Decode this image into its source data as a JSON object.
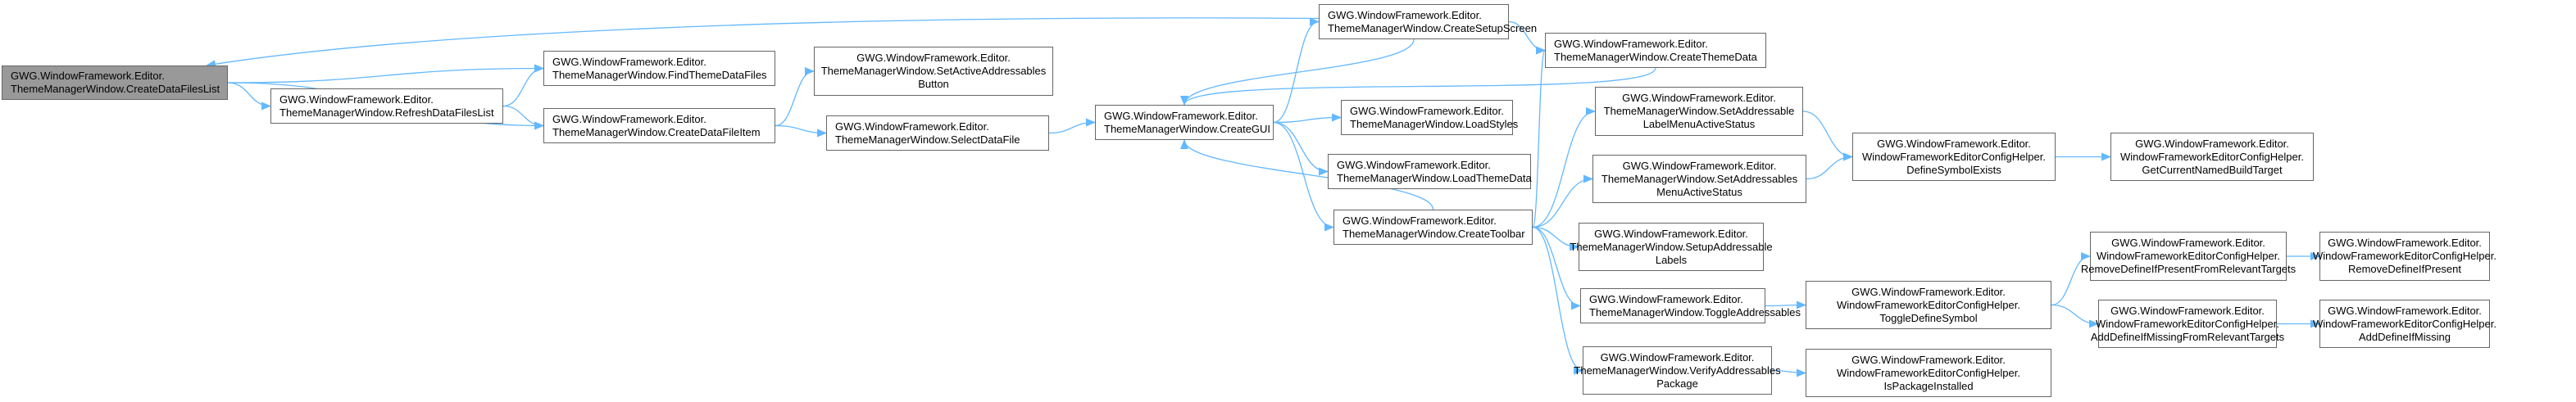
{
  "diagram": {
    "type": "call-graph",
    "colors": {
      "edge": "#63b8ff",
      "node_border": "#666666",
      "root_fill": "#999999",
      "node_fill": "#ffffff"
    },
    "nodes": [
      {
        "id": "n0",
        "lines": [
          "GWG.WindowFramework.Editor.",
          "ThemeManagerWindow.CreateDataFilesList"
        ],
        "root": true
      },
      {
        "id": "n1",
        "lines": [
          "GWG.WindowFramework.Editor.",
          "ThemeManagerWindow.RefreshDataFilesList"
        ]
      },
      {
        "id": "n2",
        "lines": [
          "GWG.WindowFramework.Editor.",
          "ThemeManagerWindow.FindThemeDataFiles"
        ]
      },
      {
        "id": "n3",
        "lines": [
          "GWG.WindowFramework.Editor.",
          "ThemeManagerWindow.CreateDataFileItem"
        ]
      },
      {
        "id": "n4",
        "lines": [
          "GWG.WindowFramework.Editor.",
          "ThemeManagerWindow.SetActiveAddressables",
          "Button"
        ]
      },
      {
        "id": "n5",
        "lines": [
          "GWG.WindowFramework.Editor.",
          "ThemeManagerWindow.SelectDataFile"
        ]
      },
      {
        "id": "n6",
        "lines": [
          "GWG.WindowFramework.Editor.",
          "ThemeManagerWindow.CreateGUI"
        ]
      },
      {
        "id": "n7",
        "lines": [
          "GWG.WindowFramework.Editor.",
          "ThemeManagerWindow.CreateSetupScreen"
        ]
      },
      {
        "id": "n8",
        "lines": [
          "GWG.WindowFramework.Editor.",
          "ThemeManagerWindow.CreateThemeData"
        ]
      },
      {
        "id": "n9",
        "lines": [
          "GWG.WindowFramework.Editor.",
          "ThemeManagerWindow.SetAddressable",
          "LabelMenuActiveStatus"
        ]
      },
      {
        "id": "n10",
        "lines": [
          "GWG.WindowFramework.Editor.",
          "ThemeManagerWindow.LoadStyles"
        ]
      },
      {
        "id": "n11",
        "lines": [
          "GWG.WindowFramework.Editor.",
          "ThemeManagerWindow.LoadThemeData"
        ]
      },
      {
        "id": "n12",
        "lines": [
          "GWG.WindowFramework.Editor.",
          "ThemeManagerWindow.CreateToolbar"
        ]
      },
      {
        "id": "n13",
        "lines": [
          "GWG.WindowFramework.Editor.",
          "ThemeManagerWindow.SetAddressables",
          "MenuActiveStatus"
        ]
      },
      {
        "id": "n14",
        "lines": [
          "GWG.WindowFramework.Editor.",
          "ThemeManagerWindow.SetupAddressable",
          "Labels"
        ]
      },
      {
        "id": "n15",
        "lines": [
          "GWG.WindowFramework.Editor.",
          "ThemeManagerWindow.ToggleAddressables"
        ]
      },
      {
        "id": "n16",
        "lines": [
          "GWG.WindowFramework.Editor.",
          "ThemeManagerWindow.VerifyAddressables",
          "Package"
        ]
      },
      {
        "id": "n17",
        "lines": [
          "GWG.WindowFramework.Editor.",
          "WindowFrameworkEditorConfigHelper.",
          "DefineSymbolExists"
        ]
      },
      {
        "id": "n18",
        "lines": [
          "GWG.WindowFramework.Editor.",
          "WindowFrameworkEditorConfigHelper.",
          "GetCurrentNamedBuildTarget"
        ]
      },
      {
        "id": "n19",
        "lines": [
          "GWG.WindowFramework.Editor.",
          "WindowFrameworkEditorConfigHelper.",
          "ToggleDefineSymbol"
        ]
      },
      {
        "id": "n20",
        "lines": [
          "GWG.WindowFramework.Editor.",
          "WindowFrameworkEditorConfigHelper.",
          "IsPackageInstalled"
        ]
      },
      {
        "id": "n21",
        "lines": [
          "GWG.WindowFramework.Editor.",
          "WindowFrameworkEditorConfigHelper.",
          "RemoveDefineIfPresentFromRelevantTargets"
        ]
      },
      {
        "id": "n22",
        "lines": [
          "GWG.WindowFramework.Editor.",
          "WindowFrameworkEditorConfigHelper.",
          "RemoveDefineIfPresent"
        ]
      },
      {
        "id": "n23",
        "lines": [
          "GWG.WindowFramework.Editor.",
          "WindowFrameworkEditorConfigHelper.",
          "AddDefineIfMissingFromRelevantTargets"
        ]
      },
      {
        "id": "n24",
        "lines": [
          "GWG.WindowFramework.Editor.",
          "WindowFrameworkEditorConfigHelper.",
          "AddDefineIfMissing"
        ]
      }
    ],
    "edges": [
      [
        "n0",
        "n2"
      ],
      [
        "n0",
        "n1"
      ],
      [
        "n0",
        "n3"
      ],
      [
        "n7",
        "n0"
      ],
      [
        "n1",
        "n2"
      ],
      [
        "n1",
        "n3"
      ],
      [
        "n3",
        "n4"
      ],
      [
        "n3",
        "n5"
      ],
      [
        "n5",
        "n6"
      ],
      [
        "n6",
        "n7"
      ],
      [
        "n7",
        "n6"
      ],
      [
        "n8",
        "n6"
      ],
      [
        "n6",
        "n10"
      ],
      [
        "n6",
        "n11"
      ],
      [
        "n6",
        "n12"
      ],
      [
        "n12",
        "n6"
      ],
      [
        "n7",
        "n8"
      ],
      [
        "n12",
        "n8"
      ],
      [
        "n12",
        "n9"
      ],
      [
        "n12",
        "n13"
      ],
      [
        "n12",
        "n14"
      ],
      [
        "n12",
        "n15"
      ],
      [
        "n12",
        "n16"
      ],
      [
        "n9",
        "n17"
      ],
      [
        "n13",
        "n17"
      ],
      [
        "n17",
        "n18"
      ],
      [
        "n15",
        "n19"
      ],
      [
        "n16",
        "n20"
      ],
      [
        "n19",
        "n21"
      ],
      [
        "n19",
        "n23"
      ],
      [
        "n21",
        "n22"
      ],
      [
        "n23",
        "n24"
      ]
    ]
  }
}
